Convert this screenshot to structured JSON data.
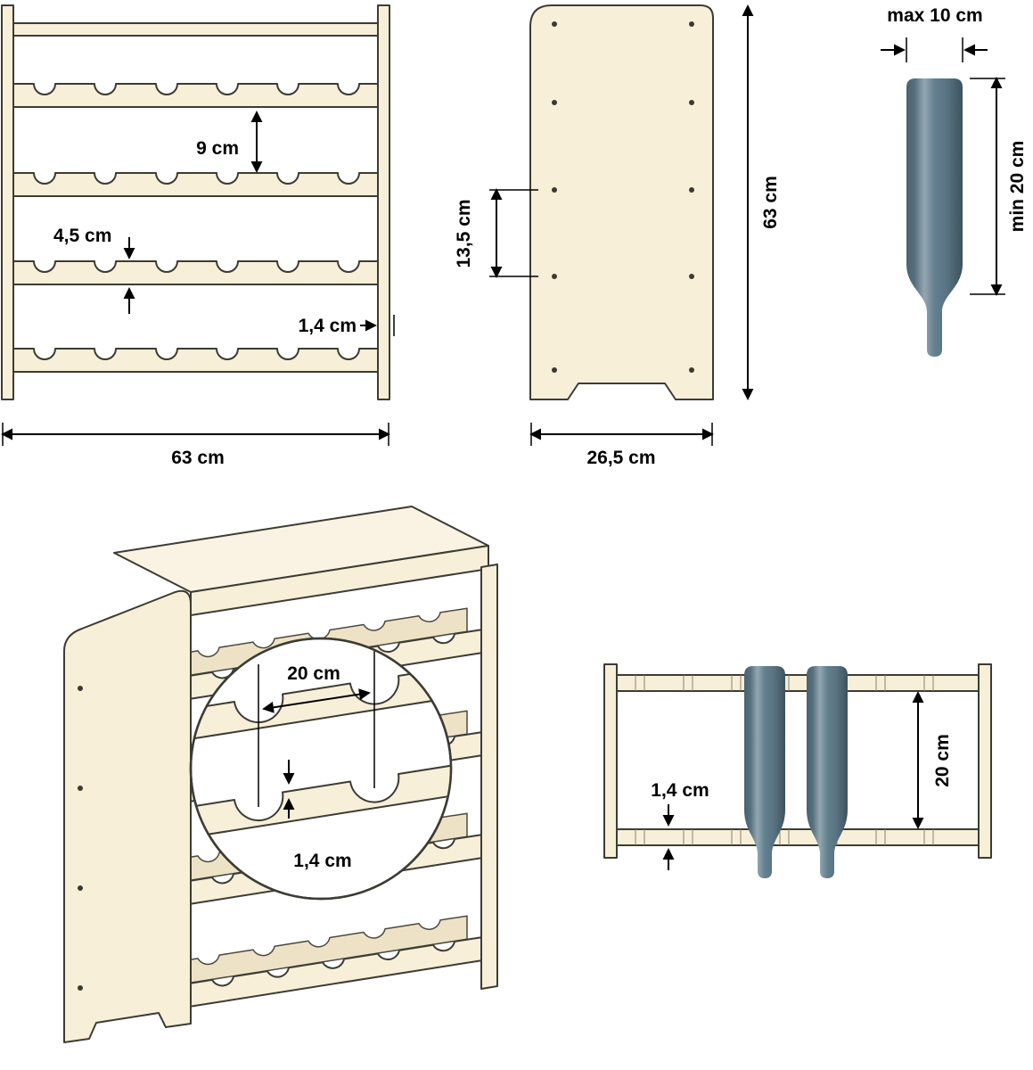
{
  "colors": {
    "background": "#ffffff",
    "wood": "#f8efd9",
    "wood_shade": "#eee2c6",
    "outline": "#3c3c34",
    "bottle_dark": "#42565f",
    "bottle_mid": "#5b7482",
    "bottle_light": "#93a7b1",
    "dimension": "#000000"
  },
  "front_view": {
    "dim_shelf_gap": "9 cm",
    "dim_shelf_thickness": "4,5 cm",
    "dim_panel_thickness": "1,4 cm",
    "dim_width": "63 cm"
  },
  "side_view": {
    "dim_hole_spacing": "13,5 cm",
    "dim_height": "63 cm",
    "dim_depth": "26,5 cm"
  },
  "bottle_view": {
    "dim_max_width": "max 10 cm",
    "dim_min_height": "min 20 cm"
  },
  "iso_view": {
    "dim_notch_pitch": "20 cm",
    "dim_slat_thickness": "1,4 cm"
  },
  "top_view": {
    "dim_slat_thickness": "1,4 cm",
    "dim_clearance": "20 cm"
  }
}
